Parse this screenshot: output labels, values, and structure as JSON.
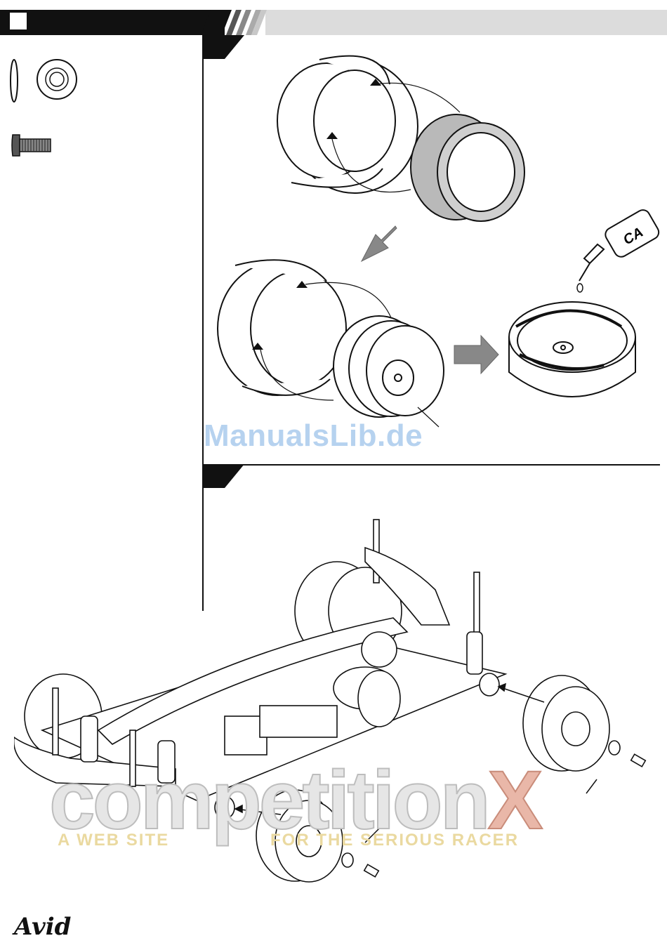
{
  "header": {
    "step_label": "",
    "accent_color": "#111111",
    "bar_color": "#dcdcdc"
  },
  "parts": [
    {
      "name": "washer-part",
      "icon": "washer-icon"
    },
    {
      "name": "button-head-screw-part",
      "icon": "screw-icon"
    }
  ],
  "panel_a": {
    "glue_label": "CA"
  },
  "watermarks": {
    "manualslib": "ManualsLib.de",
    "competition_main": "competition",
    "competition_x": "X",
    "tagline_left": "A WEB SITE",
    "tagline_right": "FOR THE SERIOUS RACER"
  },
  "footer": {
    "brand": "Avid"
  }
}
